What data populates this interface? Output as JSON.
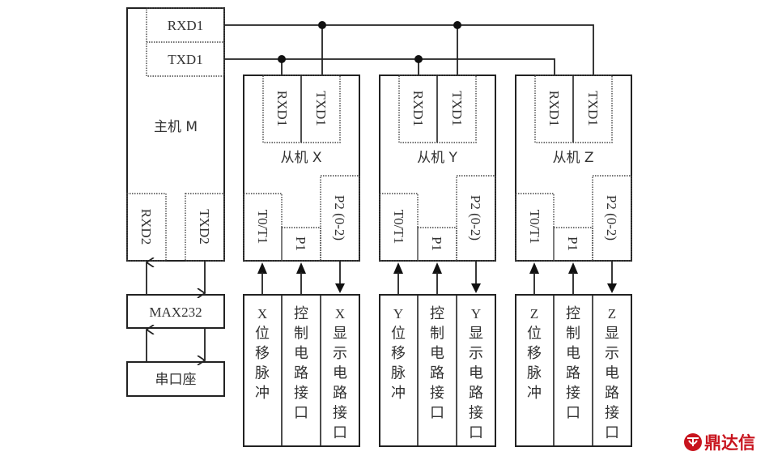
{
  "host": {
    "name": "主机 M",
    "ports_top": [
      "RXD1",
      "TXD1"
    ],
    "ports_bottom": [
      "RXD2",
      "TXD2"
    ]
  },
  "max232": {
    "label": "MAX232"
  },
  "serial_port": {
    "label": "串口座"
  },
  "slaves": [
    {
      "name": "从机 X",
      "ports_top": [
        "RXD1",
        "TXD1"
      ],
      "ports_bottom": [
        "T0/T1",
        "P1",
        "P2 (0-2)"
      ],
      "panels": [
        [
          "X",
          "位",
          "移",
          "脉",
          "冲"
        ],
        [
          "控",
          "制",
          "电",
          "路",
          "接",
          "口"
        ],
        [
          "X",
          "显",
          "示",
          "电",
          "路",
          "接",
          "口"
        ]
      ]
    },
    {
      "name": "从机 Y",
      "ports_top": [
        "RXD1",
        "TXD1"
      ],
      "ports_bottom": [
        "T0/T1",
        "P1",
        "P2 (0-2)"
      ],
      "panels": [
        [
          "Y",
          "位",
          "移",
          "脉",
          "冲"
        ],
        [
          "控",
          "制",
          "电",
          "路",
          "接",
          "口"
        ],
        [
          "Y",
          "显",
          "示",
          "电",
          "路",
          "接",
          "口"
        ]
      ]
    },
    {
      "name": "从机 Z",
      "ports_top": [
        "RXD1",
        "TXD1"
      ],
      "ports_bottom": [
        "T0/T1",
        "P1",
        "P2 (0-2)"
      ],
      "panels": [
        [
          "Z",
          "位",
          "移",
          "脉",
          "冲"
        ],
        [
          "控",
          "制",
          "电",
          "路",
          "接",
          "口"
        ],
        [
          "Z",
          "显",
          "示",
          "电",
          "路",
          "接",
          "口"
        ]
      ]
    }
  ],
  "watermark": {
    "text": "鼎达信",
    "color": "#c8141e"
  }
}
